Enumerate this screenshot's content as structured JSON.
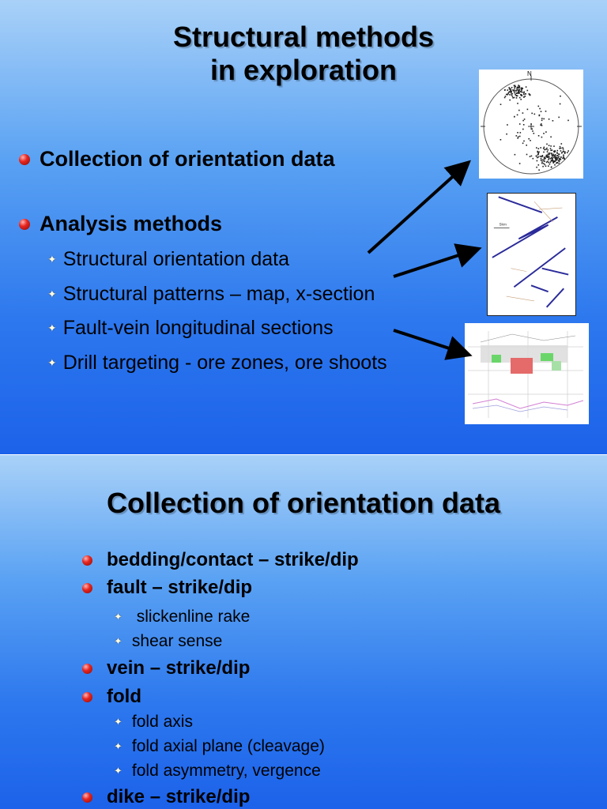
{
  "slide1": {
    "title_line1": "Structural methods",
    "title_line2": "in exploration",
    "bullets": [
      {
        "text": "Collection of orientation data"
      },
      {
        "text": "Analysis methods"
      }
    ],
    "sub_bullets": [
      {
        "text": "Structural orientation data"
      },
      {
        "text": "Structural patterns – map, x-section"
      },
      {
        "text": "Fault-vein longitudinal sections"
      },
      {
        "text": "Drill targeting - ore zones, ore shoots"
      }
    ],
    "stereonet_north_label": "N",
    "map_scale_label": "5km",
    "colors": {
      "arrow": "#000000",
      "map_lines": "#2a2a9a",
      "bullet": "#e8261f"
    }
  },
  "slide2": {
    "title": "Collection of orientation data",
    "items": [
      {
        "text": "bedding/contact – strike/dip",
        "level": 1
      },
      {
        "text": "fault – strike/dip",
        "level": 1
      },
      {
        "text": " slickenline rake",
        "level": 2
      },
      {
        "text": "shear sense",
        "level": 2
      },
      {
        "text": "vein – strike/dip",
        "level": 1
      },
      {
        "text": "fold",
        "level": 1
      },
      {
        "text": "fold axis",
        "level": 2
      },
      {
        "text": "fold axial plane (cleavage)",
        "level": 2
      },
      {
        "text": "fold asymmetry, vergence",
        "level": 2
      },
      {
        "text": "dike – strike/dip",
        "level": 1
      }
    ]
  }
}
